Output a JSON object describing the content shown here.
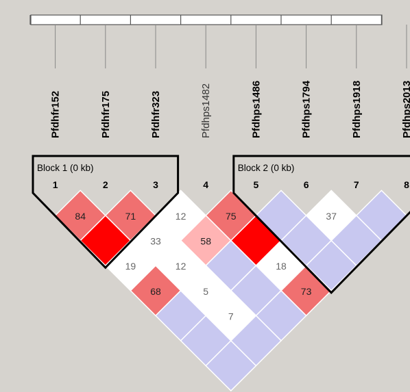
{
  "markers": [
    {
      "index": "1",
      "name": "Pfdhfr152",
      "bold": true
    },
    {
      "index": "2",
      "name": "Pfdhfr175",
      "bold": true
    },
    {
      "index": "3",
      "name": "Pfdhfr323",
      "bold": true
    },
    {
      "index": "4",
      "name": "Pfdhps1482",
      "bold": false
    },
    {
      "index": "5",
      "name": "Pfdhps1486",
      "bold": true
    },
    {
      "index": "6",
      "name": "Pfdhps1794",
      "bold": true
    },
    {
      "index": "7",
      "name": "Pfdhps1918",
      "bold": true
    },
    {
      "index": "8",
      "name": "Pfdhps2013",
      "bold": true
    }
  ],
  "blocks": [
    {
      "label": "Block 1 (0 kb)",
      "from": 1,
      "to": 3
    },
    {
      "label": "Block 2 (0 kb)",
      "from": 5,
      "to": 8
    }
  ],
  "colors": {
    "background": "#d6d3ce",
    "strong": "#ff0000",
    "high": "#f07070",
    "medium": "#ffb4b4",
    "white": "#ffffff",
    "lavender": "#c8c8f0"
  },
  "ld_cells": [
    {
      "i": 1,
      "j": 2,
      "value": "84",
      "color": "high"
    },
    {
      "i": 2,
      "j": 3,
      "value": "71",
      "color": "high"
    },
    {
      "i": 3,
      "j": 4,
      "value": "12",
      "color": "white"
    },
    {
      "i": 4,
      "j": 5,
      "value": "75",
      "color": "high"
    },
    {
      "i": 5,
      "j": 6,
      "value": "",
      "color": "lavender"
    },
    {
      "i": 6,
      "j": 7,
      "value": "37",
      "color": "white"
    },
    {
      "i": 7,
      "j": 8,
      "value": "",
      "color": "lavender"
    },
    {
      "i": 1,
      "j": 3,
      "value": "",
      "color": "strong"
    },
    {
      "i": 2,
      "j": 4,
      "value": "33",
      "color": "white"
    },
    {
      "i": 3,
      "j": 5,
      "value": "58",
      "color": "medium"
    },
    {
      "i": 4,
      "j": 6,
      "value": "",
      "color": "strong"
    },
    {
      "i": 5,
      "j": 7,
      "value": "",
      "color": "lavender"
    },
    {
      "i": 6,
      "j": 8,
      "value": "",
      "color": "lavender"
    },
    {
      "i": 1,
      "j": 4,
      "value": "19",
      "color": "white"
    },
    {
      "i": 2,
      "j": 5,
      "value": "12",
      "color": "white"
    },
    {
      "i": 3,
      "j": 6,
      "value": "",
      "color": "lavender"
    },
    {
      "i": 4,
      "j": 7,
      "value": "18",
      "color": "white"
    },
    {
      "i": 5,
      "j": 8,
      "value": "",
      "color": "lavender"
    },
    {
      "i": 1,
      "j": 5,
      "value": "68",
      "color": "high"
    },
    {
      "i": 2,
      "j": 6,
      "value": "5",
      "color": "white"
    },
    {
      "i": 3,
      "j": 7,
      "value": "",
      "color": "lavender"
    },
    {
      "i": 4,
      "j": 8,
      "value": "73",
      "color": "high"
    },
    {
      "i": 1,
      "j": 6,
      "value": "",
      "color": "lavender"
    },
    {
      "i": 2,
      "j": 7,
      "value": "7",
      "color": "white"
    },
    {
      "i": 3,
      "j": 8,
      "value": "",
      "color": "lavender"
    },
    {
      "i": 1,
      "j": 7,
      "value": "",
      "color": "lavender"
    },
    {
      "i": 2,
      "j": 8,
      "value": "",
      "color": "lavender"
    },
    {
      "i": 1,
      "j": 8,
      "value": "",
      "color": "lavender"
    }
  ]
}
